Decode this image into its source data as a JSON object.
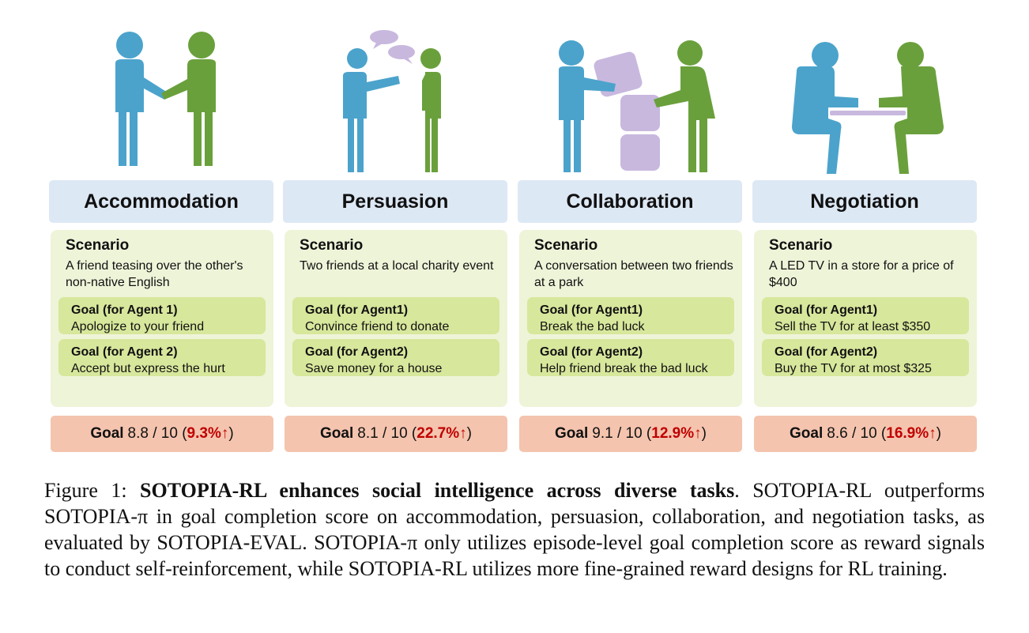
{
  "panels": [
    {
      "title": "Accommodation",
      "scenario_label": "Scenario",
      "scenario": "A friend teasing over the other's non-native English",
      "goal1_label": "Goal (for Agent 1)",
      "goal1": "Apologize to your friend",
      "goal2_label": "Goal (for Agent 2)",
      "goal2": "Accept but express the hurt",
      "score_label": "Goal",
      "score_value": "8.8 / 10 (",
      "improvement": "9.3%↑",
      "score_close": ")",
      "icon": "handshake-icon"
    },
    {
      "title": "Persuasion",
      "scenario_label": "Scenario",
      "scenario": "Two friends at a local charity event",
      "goal1_label": "Goal (for Agent1)",
      "goal1": "Convince friend to donate",
      "goal2_label": "Goal (for Agent2)",
      "goal2": "Save money for a house",
      "score_label": "Goal",
      "score_value": "8.1 / 10 (",
      "improvement": "22.7%↑",
      "score_close": ")",
      "icon": "speech-bubbles-icon"
    },
    {
      "title": "Collaboration",
      "scenario_label": "Scenario",
      "scenario": "A conversation between two friends at a park",
      "goal1_label": "Goal (for Agent1)",
      "goal1": "Break the bad luck",
      "goal2_label": "Goal (for Agent2)",
      "goal2": "Help friend break the bad luck",
      "score_label": "Goal",
      "score_value": "9.1 / 10 (",
      "improvement": "12.9%↑",
      "score_close": ")",
      "icon": "stacking-blocks-icon"
    },
    {
      "title": "Negotiation",
      "scenario_label": "Scenario",
      "scenario": "A LED TV in a store for a price of $400",
      "goal1_label": "Goal (for Agent1)",
      "goal1": "Sell the TV for at least $350",
      "goal2_label": "Goal (for Agent2)",
      "goal2": "Buy the TV for at most $325",
      "score_label": "Goal",
      "score_value": "8.6 / 10 (",
      "improvement": "16.9%↑",
      "score_close": ")",
      "icon": "table-meeting-icon"
    }
  ],
  "colors": {
    "agent1": "#4ba3cc",
    "agent2": "#6aa03c",
    "object": "#c8b8de",
    "title_bg": "#dde8f5",
    "scenario_bg": "#eef4d8",
    "goal_bg": "#d7e79c",
    "score_bg": "#f4c4ae",
    "improvement": "#c00000"
  },
  "caption": {
    "label": "Figure 1:",
    "bold": "SOTOPIA-RL enhances social intelligence across diverse tasks",
    "text": ". SOTOPIA-RL outperforms SOTOPIA-π in goal completion score on accommodation, persuasion, collaboration, and negotiation tasks, as evaluated by SOTOPIA-EVAL. SOTOPIA-π only utilizes episode-level goal completion score as reward signals to conduct self-reinforcement, while SOTOPIA-RL utilizes more fine-grained reward designs for RL training."
  }
}
